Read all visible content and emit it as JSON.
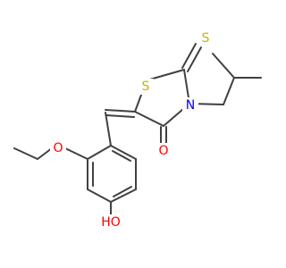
{
  "molecule": {
    "atom_labels": {
      "S_ring": "S",
      "S_thione": "S",
      "N": "N",
      "O_carbonyl": "O",
      "O_ether": "O",
      "O_hydroxyl": "HO"
    },
    "colors": {
      "bond": "#404040",
      "S": "#c8b400",
      "N": "#0000ff",
      "O": "#ff0000"
    }
  }
}
